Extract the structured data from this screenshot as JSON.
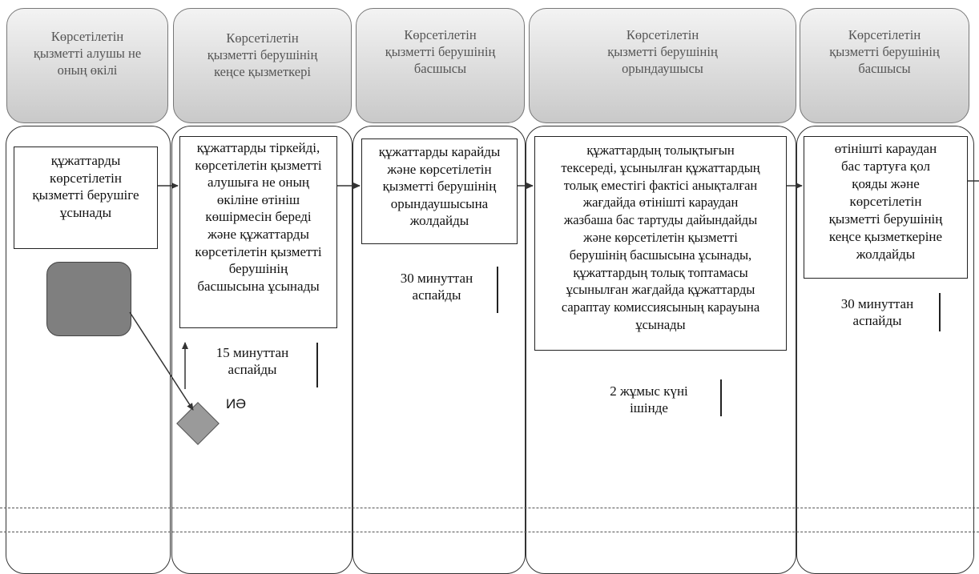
{
  "headers": [
    "Көрсетілетін\nқызметті алушы не\nоның өкілі",
    "Көрсетілетін\nқызметті берушінің\nкеңсе қызметкері",
    "Көрсетілетін\nқызметті берушінің\nбасшысы",
    "Көрсетілетін\nқызметті берушінің\nорындаушысы",
    "Көрсетілетін\nқызметті берушінің\nбасшысы"
  ],
  "steps": [
    "құжаттарды\nкөрсетілетін\nқызметті берушіге\nұсынады",
    "құжаттарды тіркейді,\nкөрсетілетін қызметті\nалушыға не оның\nөкіліне өтініш\nкөшірмесін береді\nжәне құжаттарды\nкөрсетілетін қызметті\nберушінің\nбасшысына ұсынады",
    "құжаттарды карайды\nжәне  көрсетілетін\nқызметті берушінің\nорындаушысына\nжолдайды",
    "құжаттардың толықтығын\nтексереді, ұсынылған құжаттардың\nтолық еместігі фактісі анықталған\nжағдайда өтінішті караудан\nжазбаша бас тартуды дайындайды\nжәне көрсетілетін қызметті\nберушінің басшысына ұсынады,\nқұжаттардың толық топтамасы\nұсынылған жағдайда құжаттарды\nсараптау комиссиясының карауына\nұсынады",
    "өтінішті караудан\nбас тартуға қол\nқояды және\nкөрсетілетін\nқызметті берушінің\nкеңсе қызметкеріне\nжолдайды"
  ],
  "durations": [
    "15 минуттан\nаспайды",
    "30 минуттан\nаспайды",
    "2 жұмыс күні\nішінде",
    "30 минуттан\nаспайды"
  ],
  "end_label": "ИӘ",
  "colors": {
    "header_top": "#f3f3f3",
    "header_bottom": "#c9c9c9",
    "start_node": "#7f7f7f",
    "end_node": "#9a9a9a"
  }
}
